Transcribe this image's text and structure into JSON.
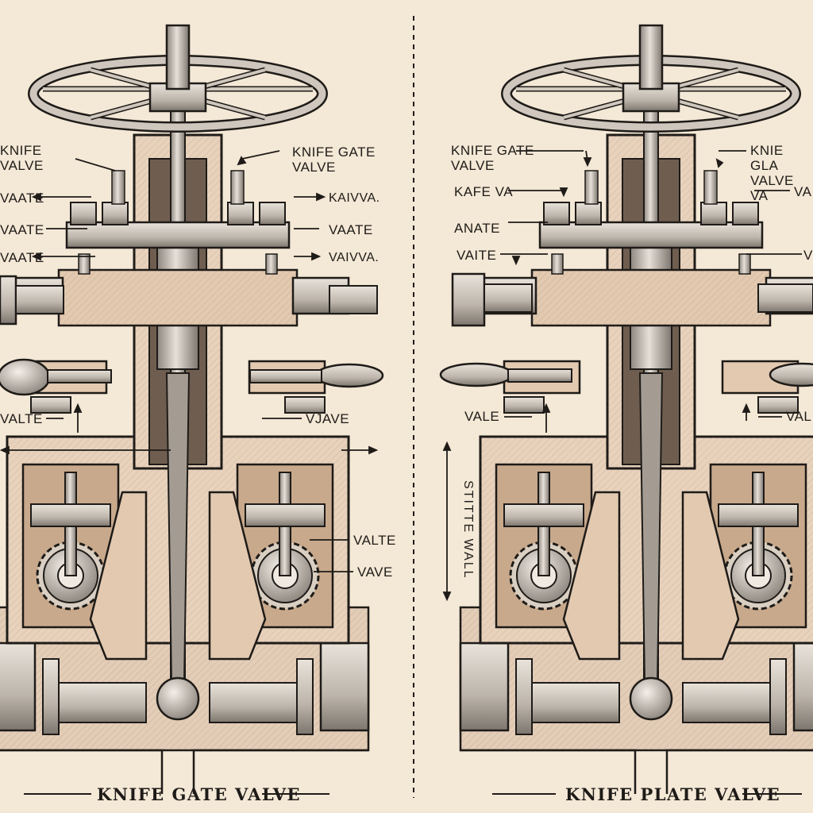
{
  "left_panel": {
    "caption": "KNIFE GATE VALVE",
    "labels": {
      "l1": "KNIFE\nVALVE",
      "l2": "VAATE",
      "l3": "VAATE",
      "l4": "VAATE",
      "r1": "KNIFE GATE\nVALVE",
      "r2": "KAIVVA.",
      "r3": "VAATE",
      "r4": "VAIVVA.",
      "lower_l": "VALTE",
      "lower_r": "VJAVE",
      "mid_r1": "VALTE",
      "mid_r2": "VAVE"
    }
  },
  "right_panel": {
    "caption": "KNIFE PLATE VALVE",
    "labels": {
      "l1": "KNIFE GATE\nVALVE",
      "l2": "KAFE VA",
      "l3": "ANATE",
      "l4": "VAITE",
      "r1": "KNIE GLA\nVALVE VA",
      "r2": "VA",
      "r3": "V",
      "lower_l": "VALE",
      "lower_r": "VAL",
      "vertical": "STITTE WALL"
    }
  },
  "colors": {
    "paper": "#f4e8d6",
    "ink": "#1e1b18",
    "casting": "#e8d2bc",
    "casting_dark": "#c9ad92",
    "steel": "#cfc7bd",
    "steel_dark": "#8d867e"
  }
}
